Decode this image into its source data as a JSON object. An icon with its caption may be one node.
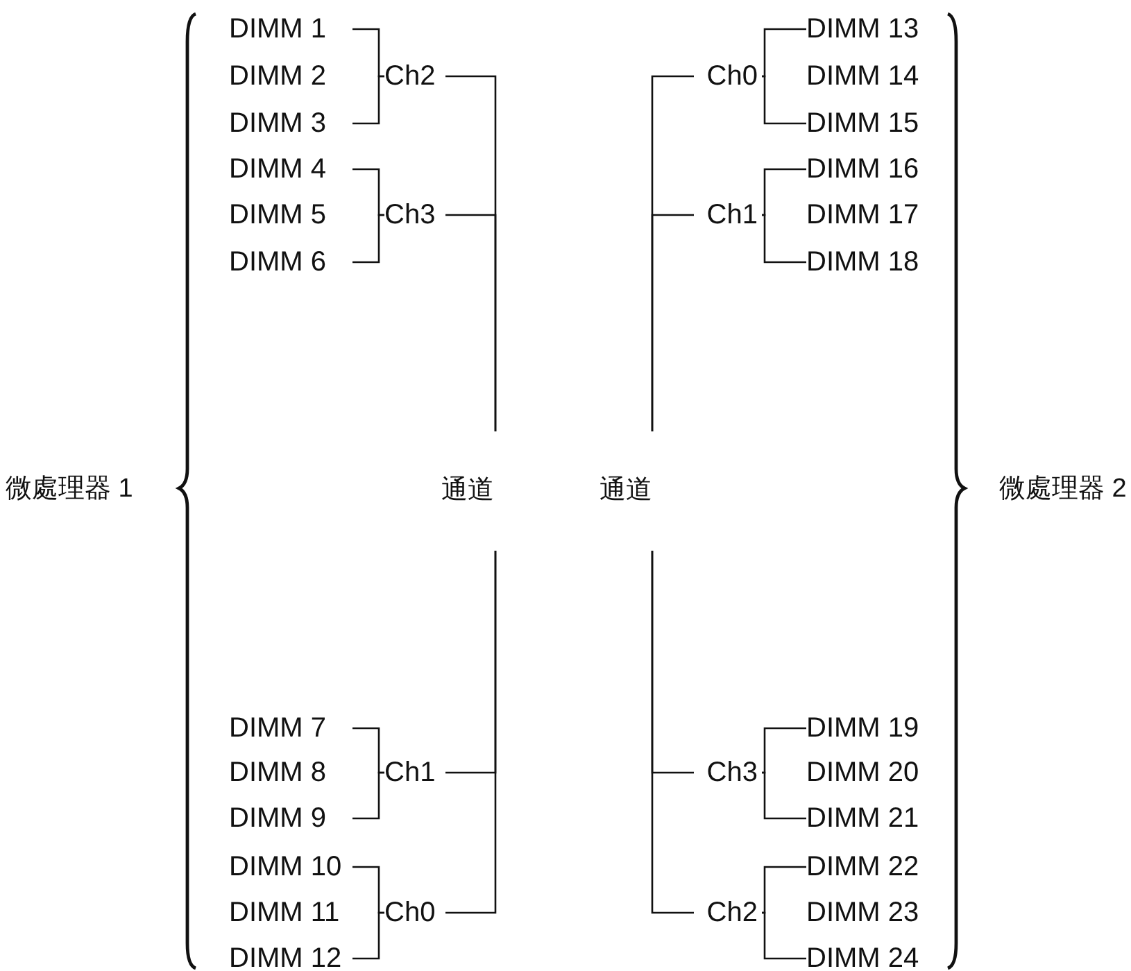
{
  "diagram": {
    "nodes": [
      {
        "text": [
          "微處理器 1"
        ]
      },
      {
        "text": [
          "通道"
        ]
      },
      {
        "text": [
          "通道"
        ]
      },
      {
        "text": [
          "微處理器 2"
        ]
      },
      {
        "text": [
          "Ch2"
        ]
      },
      {
        "text": [
          "Ch3"
        ]
      },
      {
        "text": [
          "Ch1"
        ]
      },
      {
        "text": [
          "Ch0"
        ]
      },
      {
        "text": [
          "Ch0"
        ]
      },
      {
        "text": [
          "Ch1"
        ]
      },
      {
        "text": [
          "Ch3"
        ]
      },
      {
        "text": [
          "Ch2"
        ]
      },
      {
        "text": [
          "DIMM 1"
        ]
      },
      {
        "text": [
          "DIMM 2"
        ]
      },
      {
        "text": [
          "DIMM 3"
        ]
      },
      {
        "text": [
          "DIMM 4"
        ]
      },
      {
        "text": [
          "DIMM 5"
        ]
      },
      {
        "text": [
          "DIMM 6"
        ]
      },
      {
        "text": [
          "DIMM 7"
        ]
      },
      {
        "text": [
          "DIMM 8"
        ]
      },
      {
        "text": [
          "DIMM 9"
        ]
      },
      {
        "text": [
          "DIMM 10"
        ]
      },
      {
        "text": [
          "DIMM 11"
        ]
      },
      {
        "text": [
          "DIMM 12"
        ]
      },
      {
        "text": [
          "DIMM 13"
        ]
      },
      {
        "text": [
          "DIMM 14"
        ]
      },
      {
        "text": [
          "DIMM 15"
        ]
      },
      {
        "text": [
          "DIMM 16"
        ]
      },
      {
        "text": [
          "DIMM 17"
        ]
      },
      {
        "text": [
          "DIMM 18"
        ]
      },
      {
        "text": [
          "DIMM 19"
        ]
      },
      {
        "text": [
          "DIMM 20"
        ]
      },
      {
        "text": [
          "DIMM 21"
        ]
      },
      {
        "text": [
          "DIMM 22"
        ]
      },
      {
        "text": [
          "DIMM 23"
        ]
      },
      {
        "text": [
          "DIMM 24"
        ]
      }
    ],
    "edges": [
      {
        "from": 12,
        "to": 4,
        "arrow": "none"
      },
      {
        "from": 14,
        "to": 4,
        "arrow": "none"
      },
      {
        "from": 15,
        "to": 5,
        "arrow": "none"
      },
      {
        "from": 17,
        "to": 5,
        "arrow": "none"
      },
      {
        "from": 18,
        "to": 6,
        "arrow": "none"
      },
      {
        "from": 20,
        "to": 6,
        "arrow": "none"
      },
      {
        "from": 21,
        "to": 7,
        "arrow": "none"
      },
      {
        "from": 23,
        "to": 7,
        "arrow": "none"
      },
      {
        "from": 24,
        "to": 8,
        "arrow": "none"
      },
      {
        "from": 26,
        "to": 8,
        "arrow": "none"
      },
      {
        "from": 27,
        "to": 9,
        "arrow": "none"
      },
      {
        "from": 29,
        "to": 9,
        "arrow": "none"
      },
      {
        "from": 30,
        "to": 10,
        "arrow": "none"
      },
      {
        "from": 32,
        "to": 10,
        "arrow": "none"
      },
      {
        "from": 33,
        "to": 11,
        "arrow": "none"
      },
      {
        "from": 35,
        "to": 11,
        "arrow": "none"
      },
      {
        "from": 4,
        "to": 1,
        "arrow": "none"
      },
      {
        "from": 5,
        "to": 1,
        "arrow": "none"
      },
      {
        "from": 6,
        "to": 1,
        "arrow": "none"
      },
      {
        "from": 7,
        "to": 1,
        "arrow": "none"
      },
      {
        "from": 8,
        "to": 2,
        "arrow": "none"
      },
      {
        "from": 9,
        "to": 2,
        "arrow": "none"
      },
      {
        "from": 10,
        "to": 2,
        "arrow": "none"
      },
      {
        "from": 11,
        "to": 2,
        "arrow": "none"
      }
    ]
  }
}
